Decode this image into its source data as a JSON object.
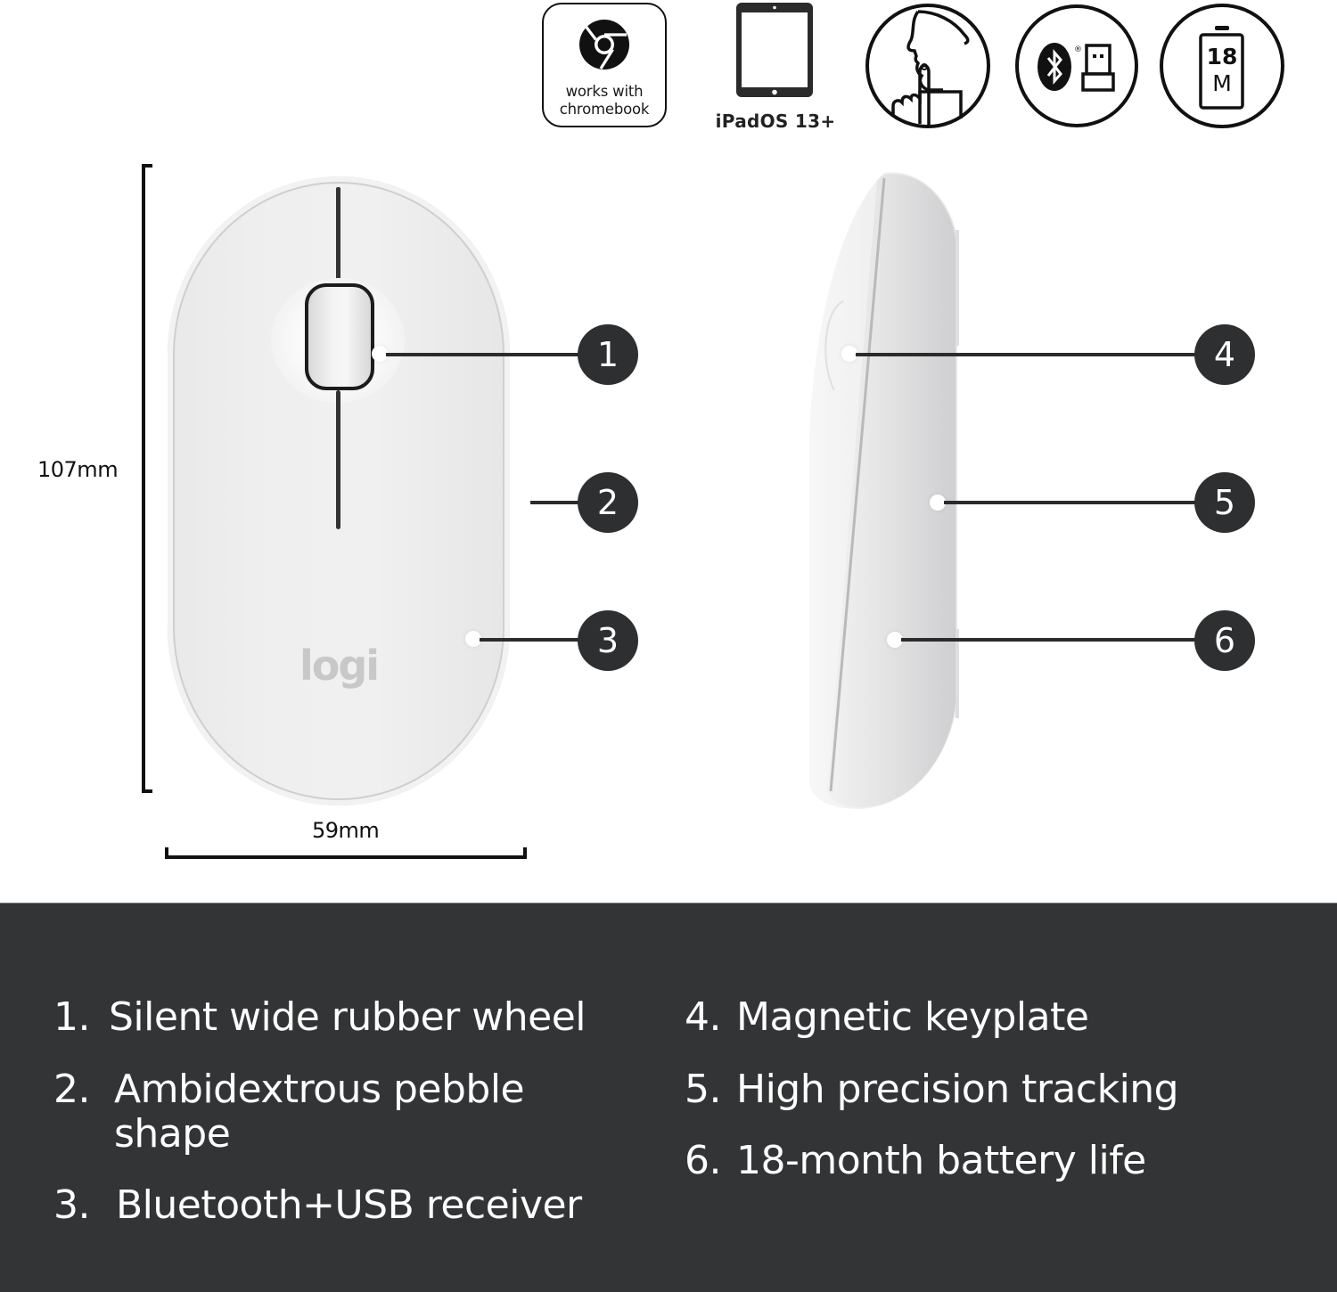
{
  "badges": {
    "chromebook": {
      "icon": "chrome-icon",
      "label_line1": "works with",
      "label_line2": "chromebook"
    },
    "ipad": {
      "icon": "ipad-icon",
      "label": "iPadOS 13+"
    },
    "silent": {
      "icon": "silent-click-icon"
    },
    "connectivity": {
      "icon": "bluetooth-usb-icon",
      "registered_mark": "®"
    },
    "battery": {
      "icon": "battery-icon",
      "value": "18",
      "unit": "M"
    }
  },
  "dimensions": {
    "height": "107mm",
    "width": "59mm"
  },
  "mouse": {
    "logo": "logi"
  },
  "callouts": [
    "1",
    "2",
    "3",
    "4",
    "5",
    "6"
  ],
  "features": {
    "left": [
      {
        "num": "1.",
        "text": "Silent wide rubber wheel"
      },
      {
        "num": "2.",
        "text": "Ambidextrous pebble",
        "text_line2": "shape"
      },
      {
        "num": "3.",
        "text": "Bluetooth+USB receiver"
      }
    ],
    "right": [
      {
        "num": "4.",
        "text": "Magnetic keyplate"
      },
      {
        "num": "5.",
        "text": "High precision tracking"
      },
      {
        "num": "6.",
        "text": "18-month battery life"
      }
    ]
  },
  "colors": {
    "panel_bg": "#333436",
    "callout_bg": "#2e2f31",
    "text_dark": "#111111",
    "text_light": "#ffffff",
    "mouse_body": "#efefef"
  }
}
